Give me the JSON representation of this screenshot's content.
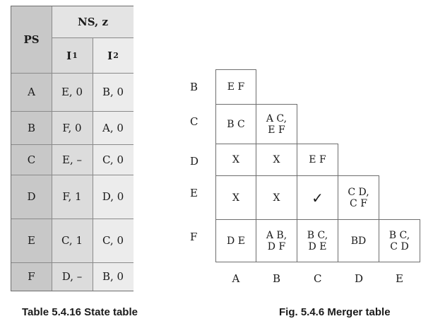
{
  "state_table": {
    "header_ps": "PS",
    "header_ns": "NS, z",
    "header_i1": "I",
    "header_i1_sub": "1",
    "header_i2": "I",
    "header_i2_sub": "2",
    "rows": [
      {
        "ps": "A",
        "i1": "E, 0",
        "i2": "B, 0"
      },
      {
        "ps": "B",
        "i1": "F, 0",
        "i2": "A, 0"
      },
      {
        "ps": "C",
        "i1": "E, –",
        "i2": "C, 0"
      },
      {
        "ps": "D",
        "i1": "F, 1",
        "i2": "D, 0"
      },
      {
        "ps": "E",
        "i1": "C, 1",
        "i2": "C, 0"
      },
      {
        "ps": "F",
        "i1": "D, –",
        "i2": "B, 0"
      }
    ],
    "caption": "Table 5.4.16 State table"
  },
  "merger_table": {
    "row_labels": [
      "B",
      "C",
      "D",
      "E",
      "F"
    ],
    "col_labels": [
      "A",
      "B",
      "C",
      "D",
      "E"
    ],
    "cells": [
      [
        "E F"
      ],
      [
        "B C",
        "A C,\nE F"
      ],
      [
        "X",
        "X",
        "E F"
      ],
      [
        "X",
        "X",
        "✓",
        "C D,\nC F"
      ],
      [
        "D E",
        "A B,\nD F",
        "B C,\nD E",
        "BD",
        "B C,\nC D"
      ]
    ],
    "caption": "Fig. 5.4.6 Merger table"
  }
}
